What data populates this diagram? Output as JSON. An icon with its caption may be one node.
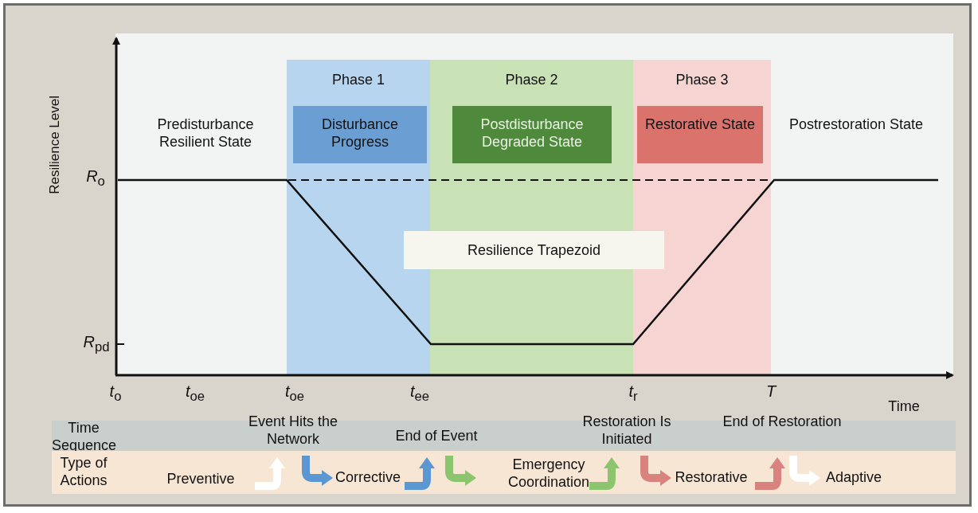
{
  "diagram": {
    "nodes": [
      {
        "text": [
          "Phase 1"
        ]
      },
      {
        "text": [
          "Disturbance Progress"
        ],
        "in": 0
      },
      {
        "text": [
          "Phase 2"
        ]
      },
      {
        "text": [
          "Postdisturbance Degraded State"
        ],
        "in": 2
      },
      {
        "text": [
          "Phase 3"
        ]
      },
      {
        "text": [
          "Restorative State"
        ],
        "in": 4
      },
      {
        "text": [
          "Resilience Trapezoid"
        ]
      },
      {
        "text": [
          "Time Sequence",
          "Event Hits the Network",
          "End of Event",
          "Restoration Is Initiated",
          "End of Restoration"
        ]
      },
      {
        "text": [
          "Type of Actions",
          "Preventive",
          "Corrective",
          "Emergency Coordination",
          "Restorative",
          "Adaptive"
        ]
      }
    ],
    "edges": [],
    "labels": [
      "Resilience Level",
      "Predisturbance Resilient State",
      "Postrestoration State",
      "*R*$_{o}$",
      "*R*$_{pd}$",
      "*t*$_{o}$",
      "*t*$_{oe}$",
      "*t*$_{oe}$",
      "*t*$_{ee}$",
      "*t*$_{r}$",
      "T",
      "Time"
    ]
  }
}
